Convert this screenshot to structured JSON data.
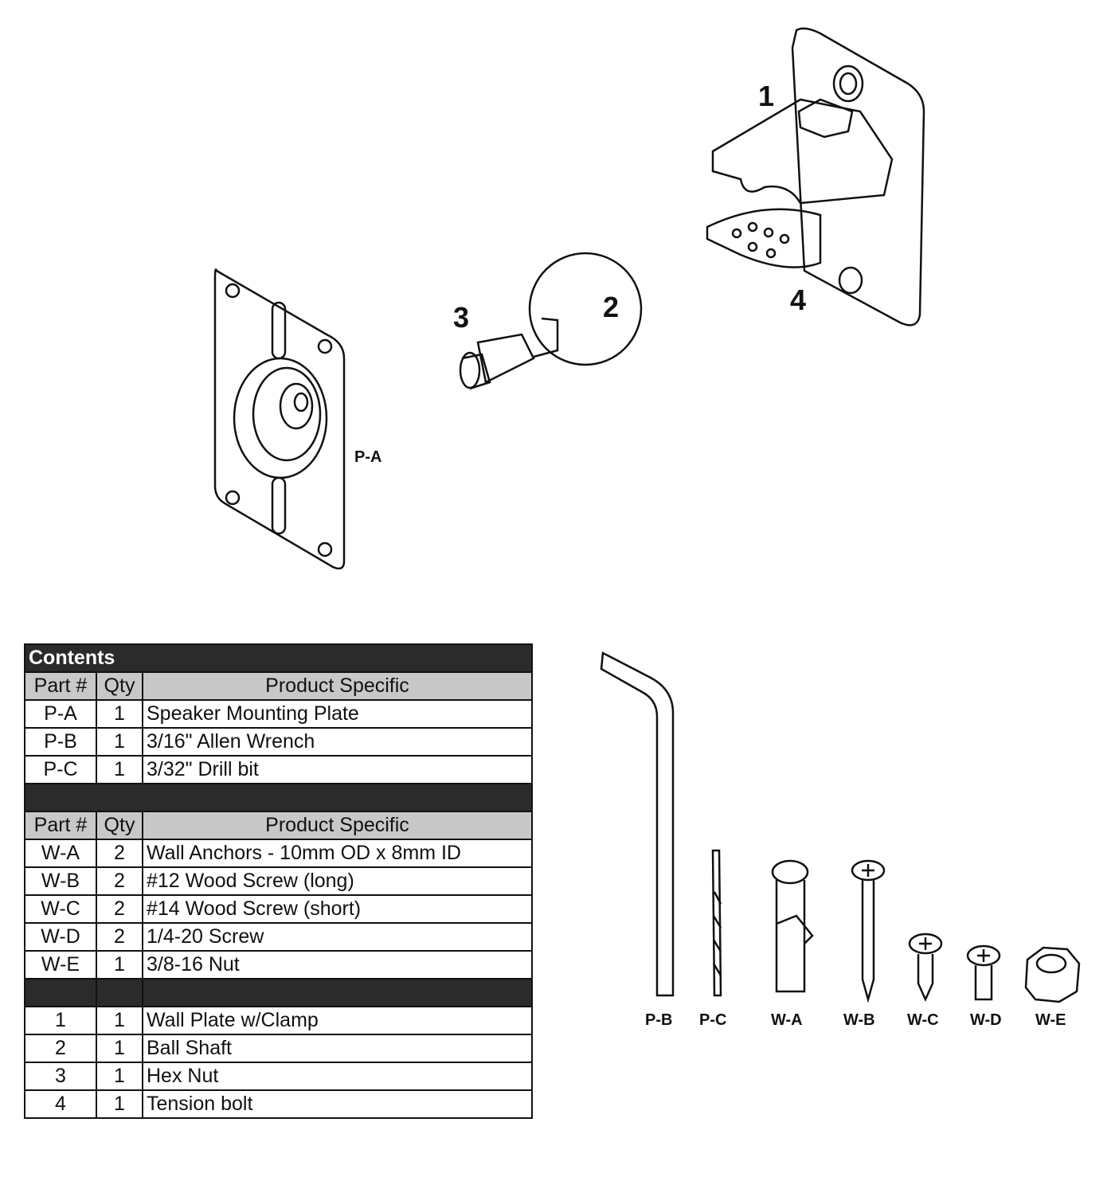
{
  "callouts": {
    "wall_plate": "1",
    "ball_shaft": "2",
    "hex_nut": "3",
    "tension_bolt": "4",
    "mount_plate": "P-A"
  },
  "hardware_labels": [
    "P-B",
    "P-C",
    "W-A",
    "W-B",
    "W-C",
    "W-D",
    "W-E"
  ],
  "table": {
    "title": "Contents",
    "headers": [
      "Part #",
      "Qty",
      "Product Specific"
    ],
    "group1": [
      [
        "P-A",
        "1",
        "Speaker Mounting Plate"
      ],
      [
        "P-B",
        "1",
        "3/16\" Allen Wrench"
      ],
      [
        "P-C",
        "1",
        "3/32\" Drill bit"
      ]
    ],
    "group2": [
      [
        "W-A",
        "2",
        "Wall Anchors - 10mm OD x 8mm ID"
      ],
      [
        "W-B",
        "2",
        "#12 Wood Screw (long)"
      ],
      [
        "W-C",
        "2",
        "#14 Wood Screw (short)"
      ],
      [
        "W-D",
        "2",
        "1/4-20 Screw"
      ],
      [
        "W-E",
        "1",
        "3/8-16 Nut"
      ]
    ],
    "group3": [
      [
        "1",
        "1",
        "Wall Plate w/Clamp"
      ],
      [
        "2",
        "1",
        "Ball Shaft"
      ],
      [
        "3",
        "1",
        "Hex Nut"
      ],
      [
        "4",
        "1",
        "Tension bolt"
      ]
    ]
  }
}
